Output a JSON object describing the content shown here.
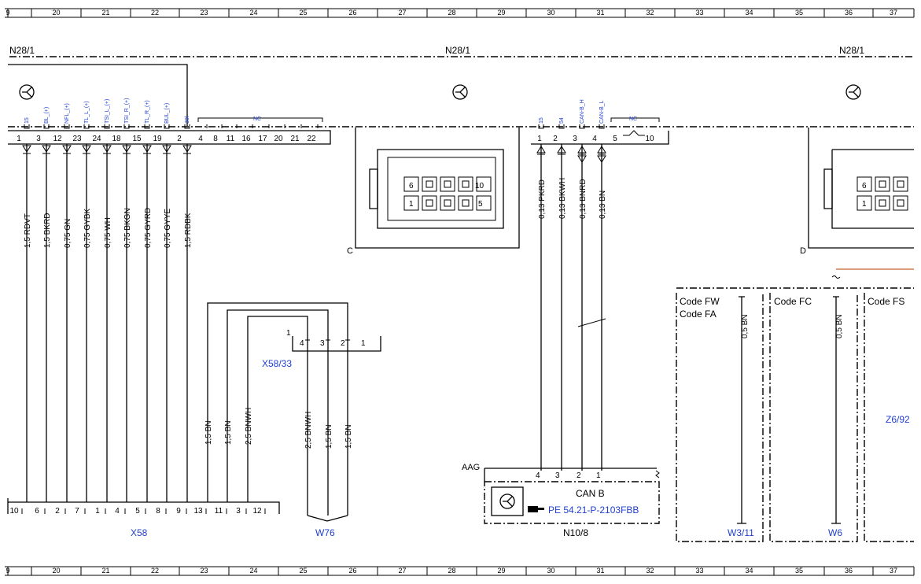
{
  "grid": {
    "labels": [
      "9",
      "20",
      "21",
      "22",
      "23",
      "24",
      "25",
      "26",
      "27",
      "28",
      "29",
      "30",
      "31",
      "32",
      "33",
      "34",
      "35",
      "36",
      "37"
    ]
  },
  "modules": {
    "n28_left": "N28/1",
    "n28_mid": "N28/1",
    "n28_right": "N28/1"
  },
  "left_connector": {
    "signals": [
      "15",
      "BL_(+)",
      "NFL_(+)",
      "TL_L_(+)",
      "TSI_L_(+)",
      "TSI_R_(+)",
      "TL_R_(+)",
      "BUL_(+)",
      "30l"
    ],
    "nc_label": "NC",
    "pins": [
      "1",
      "3",
      "12",
      "23",
      "24",
      "18",
      "15",
      "19",
      "2",
      "4",
      "8",
      "11",
      "16",
      "17",
      "20",
      "21",
      "22"
    ],
    "wires": [
      "1,5 RDVT",
      "1,5 BKRD",
      "0,75 GN",
      "0,75 GYBK",
      "0,75 WH",
      "0,75 BKGN",
      "0,75 GYRD",
      "0,75 GYYE",
      "1,5 RDBK"
    ]
  },
  "can_connector": {
    "signals": [
      "15",
      "54",
      "CAN-B_H",
      "CAN-B_L"
    ],
    "nc_label": "NC",
    "pins": [
      "1",
      "2",
      "3",
      "4",
      "5",
      "10"
    ],
    "wires": [
      "0,13 PKRD",
      "0,13 BKWH",
      "0,13 BNRD",
      "0,13 BN"
    ]
  },
  "connector_view_c": {
    "label": "C",
    "cells": [
      "6",
      "10",
      "1",
      "5"
    ]
  },
  "connector_view_d": {
    "label": "D",
    "cells": [
      "6",
      "1"
    ]
  },
  "x58_33": {
    "label": "X58/33",
    "side_pin": "1",
    "pins": [
      "4",
      "3",
      "2",
      "1"
    ],
    "wires": [
      "2,5 BNWH",
      "1,5 BN",
      "1,5 BN"
    ]
  },
  "x58": {
    "label": "X58",
    "pins": [
      "10",
      "6",
      "2",
      "7",
      "1",
      "4",
      "5",
      "8",
      "9",
      "13",
      "11",
      "3",
      "12"
    ],
    "wires": [
      "1,5 BN",
      "1,5 BN",
      "2,5 BNWH"
    ]
  },
  "w76": {
    "label": "W76"
  },
  "n10_8": {
    "aag": "AAG",
    "pins": [
      "4",
      "3",
      "2",
      "1"
    ],
    "can_label": "CAN B",
    "ref_label": "PE 54.21-P-2103FBB",
    "label": "N10/8"
  },
  "codes": {
    "box1_line1": "Code FW",
    "box1_line2": "Code FA",
    "box1_wire": "0,5 BN",
    "box1_ground": "W3/11",
    "box2_line1": "Code FC",
    "box2_wire": "0,5 BN",
    "box2_ground": "W6",
    "box3_line1": "Code FS",
    "box3_label": "Z6/92"
  },
  "colors": {
    "link": "#1f3fd0",
    "line": "#000000",
    "accent_wire": "#c0662e"
  }
}
